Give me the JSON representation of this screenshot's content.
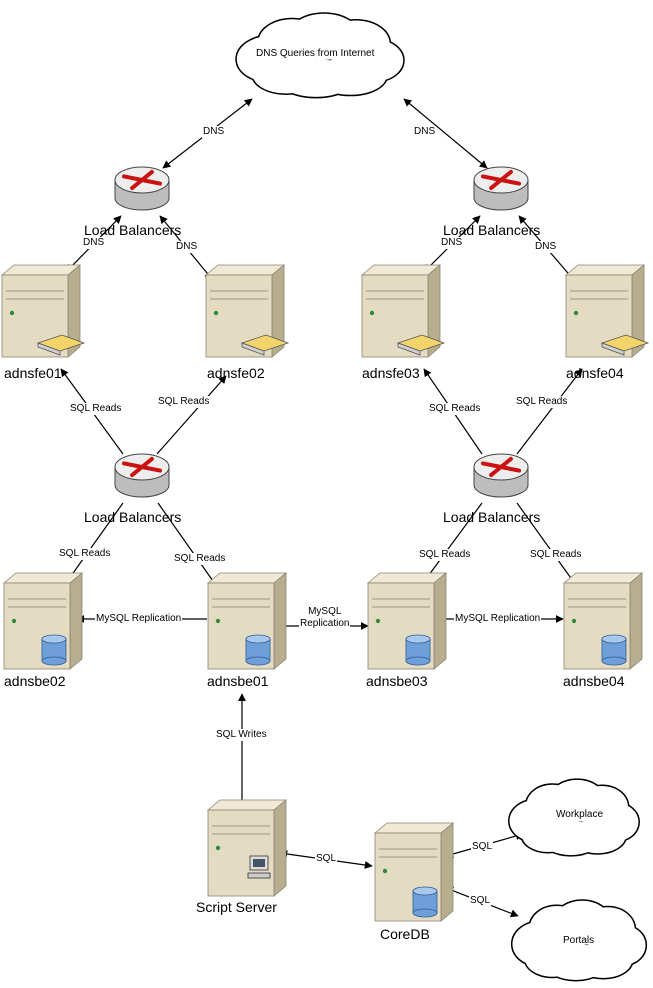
{
  "colors": {
    "line": "#000000",
    "server_body": "#e4dcc2",
    "server_side": "#b7ad8f",
    "router_body": "#eeeeee",
    "router_arrows": "#cc1111",
    "disk": "#6f9fd8",
    "cloud_fill": "#ffffff"
  },
  "clouds": {
    "internet": "DNS Queries from Internet",
    "workplace": "Workplace",
    "portals": "Portals"
  },
  "load_balancers": {
    "lb_fe_left": "Load Balancers",
    "lb_fe_right": "Load Balancers",
    "lb_be_left": "Load Balancers",
    "lb_be_right": "Load Balancers"
  },
  "servers": {
    "adnsfe01": "adnsfe01",
    "adnsfe02": "adnsfe02",
    "adnsfe03": "adnsfe03",
    "adnsfe04": "adnsfe04",
    "adnsbe02": "adnsbe02",
    "adnsbe01": "adnsbe01",
    "adnsbe03": "adnsbe03",
    "adnsbe04": "adnsbe04",
    "script_server": "Script Server",
    "coredb": "CoreDB"
  },
  "edges": {
    "dns_internet_left": "DNS",
    "dns_internet_right": "DNS",
    "dns_fe01": "DNS",
    "dns_fe02": "DNS",
    "dns_fe03": "DNS",
    "dns_fe04": "DNS",
    "sqlreads_fe01": "SQL Reads",
    "sqlreads_fe02": "SQL Reads",
    "sqlreads_fe03": "SQL Reads",
    "sqlreads_fe04": "SQL Reads",
    "sqlreads_be02": "SQL Reads",
    "sqlreads_be01": "SQL Reads",
    "sqlreads_be03": "SQL Reads",
    "sqlreads_be04": "SQL Reads",
    "repl_be02": "MySQL Replication",
    "repl_be03": "MySQL\nReplication",
    "repl_be04": "MySQL Replication",
    "sql_writes": "SQL Writes",
    "sql_script_core": "SQL",
    "sql_workplace": "SQL",
    "sql_portals": "SQL"
  }
}
